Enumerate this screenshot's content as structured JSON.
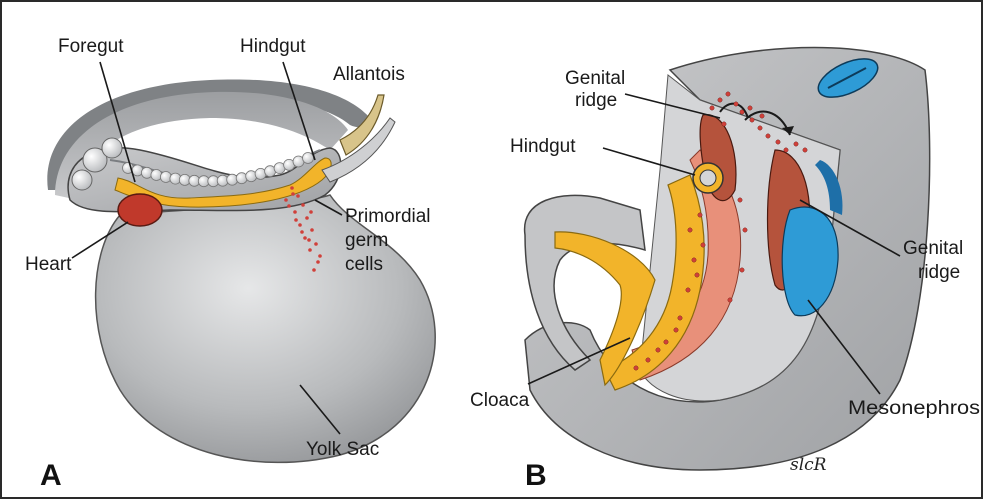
{
  "panel_a": {
    "letter": "A",
    "labels": {
      "foregut": "Foregut",
      "hindgut": "Hindgut",
      "allantois": "Allantois",
      "primordial_line1": "Primordial",
      "primordial_line2": "germ",
      "primordial_line3": "cells",
      "heart": "Heart",
      "yolk_sac": "Yolk Sac"
    }
  },
  "panel_b": {
    "letter": "B",
    "labels": {
      "genital_ridge_top_line1": "Genital",
      "genital_ridge_top_line2": "ridge",
      "hindgut": "Hindgut",
      "genital_ridge_right_line1": "Genital",
      "genital_ridge_right_line2": "ridge",
      "cloaca": "Cloaca",
      "mesonephros": "Mesonephros"
    },
    "signature": "slcR"
  },
  "colors": {
    "tissue_gray": "#a9abae",
    "tissue_light": "#d9dadb",
    "yolk_yellow": "#f2b42a",
    "heart_red": "#c0392b",
    "mesoderm_salmon": "#e8907a",
    "mesonephros_blue": "#2e9bd6",
    "germ_dots": "#d0403a"
  }
}
